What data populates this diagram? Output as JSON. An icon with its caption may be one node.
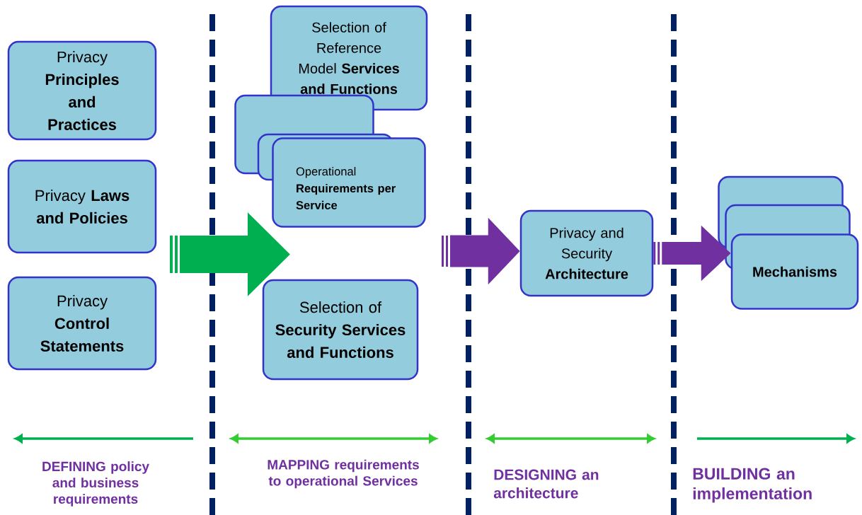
{
  "diagram": {
    "nodes": [
      {
        "text": [
          "Privacy **Principles and Practices**"
        ]
      },
      {
        "text": [
          "Privacy **Laws and Policies**"
        ]
      },
      {
        "text": [
          "Privacy **Control Statements**"
        ]
      },
      {
        "text": [
          "Selection of Reference Model **Services and Functions**"
        ]
      },
      {
        "text": [],
        "shape": "box"
      },
      {
        "text": [],
        "shape": "box"
      },
      {
        "text": [
          "Operational **Requirements per Service**"
        ]
      },
      {
        "text": [
          "Selection of **Security Services and Functions**"
        ]
      },
      {
        "text": [
          "Privacy and Security **Architecture**"
        ]
      },
      {
        "text": [],
        "shape": "box"
      },
      {
        "text": [],
        "shape": "box"
      },
      {
        "text": [
          "Mechanisms"
        ]
      }
    ],
    "edges": [
      {
        "from": null,
        "to": 8,
        "arrow": "to"
      },
      {
        "from": 8,
        "to": 11,
        "arrow": "to"
      }
    ],
    "labels": [
      "DEFINING policy and business requirements",
      "MAPPING requirements to operational Services",
      "DESIGNING an architecture",
      "BUILDING an implementation"
    ]
  }
}
